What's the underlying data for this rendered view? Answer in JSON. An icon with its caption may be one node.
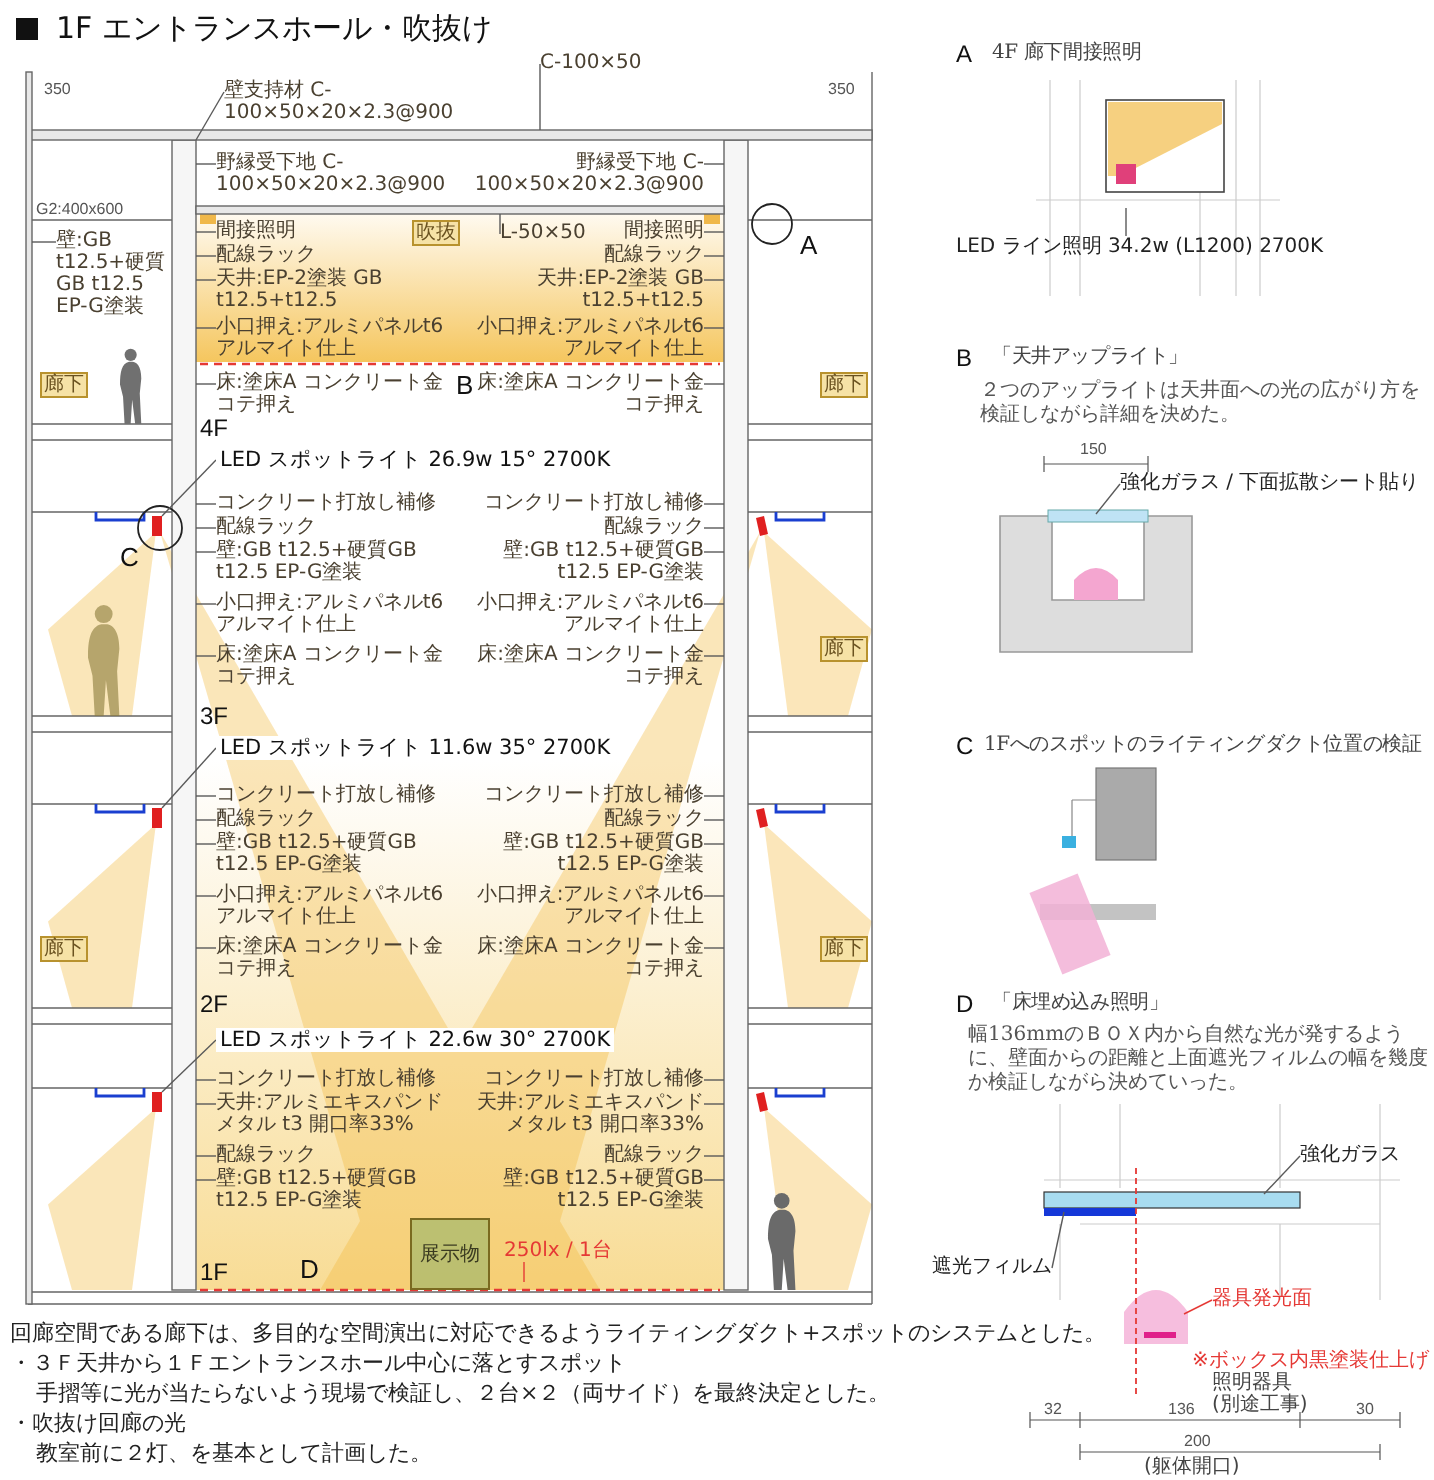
{
  "diagram": {
    "title": "1F エントランスホール・吹抜け",
    "nodes": [
      {
        "text": [
          "壁支持材 C-100×50×20×2.3@900"
        ]
      },
      {
        "text": [
          "C-100×50"
        ]
      },
      {
        "text": [
          "野縁受下地 C-100×50×20×2.3@900"
        ]
      },
      {
        "text": [
          "野縁受下地 C-100×50×20×2.3@900"
        ]
      },
      {
        "text": [
          "L-50×50"
        ]
      },
      {
        "text": [
          "間接照明"
        ]
      },
      {
        "text": [
          "配線ラック"
        ]
      },
      {
        "text": [
          "天井:EP-2塗装 GB t12.5+t12.5"
        ]
      },
      {
        "text": [
          "小口押え:アルミパネルt6 アルマイト仕上"
        ]
      },
      {
        "text": [
          "床:塗床A コンクリート金コテ押え"
        ]
      },
      {
        "text": [
          "間接照明"
        ]
      },
      {
        "text": [
          "配線ラック"
        ]
      },
      {
        "text": [
          "天井:EP-2塗装 GB t12.5+t12.5"
        ]
      },
      {
        "text": [
          "小口押え:アルミパネルt6 アルマイト仕上"
        ]
      },
      {
        "text": [
          "床:塗床A コンクリート金コテ押え"
        ]
      },
      {
        "text": [
          "壁:GB t12.5+硬質GB t12.5 EP-G塗装"
        ]
      },
      {
        "text": [
          "LED スポットライト 26.9w 15° 2700K"
        ]
      },
      {
        "text": [
          "コンクリート打放し補修"
        ]
      },
      {
        "text": [
          "配線ラック"
        ]
      },
      {
        "text": [
          "壁:GB t12.5+硬質GB t12.5 EP-G塗装"
        ]
      },
      {
        "text": [
          "小口押え:アルミパネルt6 アルマイト仕上"
        ]
      },
      {
        "text": [
          "床:塗床A コンクリート金コテ押え"
        ]
      },
      {
        "text": [
          "コンクリート打放し補修"
        ]
      },
      {
        "text": [
          "配線ラック"
        ]
      },
      {
        "text": [
          "壁:GB t12.5+硬質GB t12.5 EP-G塗装"
        ]
      },
      {
        "text": [
          "小口押え:アルミパネルt6 アルマイト仕上"
        ]
      },
      {
        "text": [
          "床:塗床A コンクリート金コテ押え"
        ]
      },
      {
        "text": [
          "LED スポットライト 11.6w 35° 2700K"
        ]
      },
      {
        "text": [
          "コンクリート打放し補修"
        ]
      },
      {
        "text": [
          "配線ラック"
        ]
      },
      {
        "text": [
          "壁:GB t12.5+硬質GB t12.5 EP-G塗装"
        ]
      },
      {
        "text": [
          "小口押え:アルミパネルt6 アルマイト仕上"
        ]
      },
      {
        "text": [
          "床:塗床A コンクリート金コテ押え"
        ]
      },
      {
        "text": [
          "コンクリート打放し補修"
        ]
      },
      {
        "text": [
          "配線ラック"
        ]
      },
      {
        "text": [
          "壁:GB t12.5+硬質GB t12.5 EP-G塗装"
        ]
      },
      {
        "text": [
          "小口押え:アルミパネルt6 アルマイト仕上"
        ]
      },
      {
        "text": [
          "床:塗床A コンクリート金コテ押え"
        ]
      },
      {
        "text": [
          "LED スポットライト 22.6w 30° 2700K"
        ]
      },
      {
        "text": [
          "コンクリート打放し補修"
        ]
      },
      {
        "text": [
          "天井:アルミエキスパンドメタル t3 開口率33%"
        ]
      },
      {
        "text": [
          "配線ラック"
        ]
      },
      {
        "text": [
          "壁:GB t12.5+硬質GB t12.5 EP-G塗装"
        ]
      },
      {
        "text": [
          "コンクリート打放し補修"
        ]
      },
      {
        "text": [
          "天井:アルミエキスパンドメタル t3 開口率33%"
        ]
      },
      {
        "text": [
          "配線ラック"
        ]
      },
      {
        "text": [
          "壁:GB t12.5+硬質GB t12.5 EP-G塗装"
        ]
      },
      {
        "text": [
          "展示物"
        ]
      },
      {
        "text": [
          "250lx / 1台"
        ]
      },
      {
        "text": [
          "LED ライン照明 34.2w (L1200) 2700K"
        ]
      },
      {
        "text": [
          "強化ガラス / 下面拡散シート貼り"
        ]
      },
      {
        "text": [
          "強化ガラス"
        ]
      },
      {
        "text": [
          "遮光フィルム"
        ]
      },
      {
        "text": [
          "器具発光面"
        ]
      },
      {
        "text": [],
        "shape": "bar"
      },
      {
        "text": [],
        "shape": "bar"
      },
      {
        "text": [],
        "shape": "bar"
      },
      {
        "text": [],
        "shape": "bar"
      },
      {
        "text": [],
        "shape": "bar"
      },
      {
        "text": [],
        "shape": "box"
      },
      {
        "text": [],
        "shape": "box"
      },
      {
        "text": [],
        "shape": "box"
      }
    ],
    "edges": [
      {
        "from": 0,
        "to": 54,
        "arrow": "none"
      },
      {
        "from": 1,
        "to": 57,
        "arrow": "none"
      },
      {
        "from": 2,
        "to": 54,
        "arrow": "none"
      },
      {
        "from": 3,
        "to": 55,
        "arrow": "none"
      },
      {
        "from": 4,
        "to": 56,
        "arrow": "none"
      },
      {
        "from": 5,
        "to": 54,
        "arrow": "none"
      },
      {
        "from": 6,
        "to": 54,
        "arrow": "none"
      },
      {
        "from": 7,
        "to": 54,
        "arrow": "none"
      },
      {
        "from": 8,
        "to": 54,
        "arrow": "none"
      },
      {
        "from": 9,
        "to": 54,
        "arrow": "none"
      },
      {
        "from": 10,
        "to": 55,
        "arrow": "none"
      },
      {
        "from": 11,
        "to": 55,
        "arrow": "none"
      },
      {
        "from": 12,
        "to": 55,
        "arrow": "none"
      },
      {
        "from": 13,
        "to": 55,
        "arrow": "none"
      },
      {
        "from": 14,
        "to": 55,
        "arrow": "none"
      },
      {
        "from": 15,
        "to": 58,
        "arrow": "none"
      },
      {
        "from": 16,
        "to": 59,
        "arrow": "none"
      },
      {
        "from": 17,
        "to": 54,
        "arrow": "none"
      },
      {
        "from": 18,
        "to": 54,
        "arrow": "none"
      },
      {
        "from": 19,
        "to": 54,
        "arrow": "none"
      },
      {
        "from": 20,
        "to": 54,
        "arrow": "none"
      },
      {
        "from": 21,
        "to": 54,
        "arrow": "none"
      },
      {
        "from": 22,
        "to": 55,
        "arrow": "none"
      },
      {
        "from": 23,
        "to": 55,
        "arrow": "none"
      },
      {
        "from": 24,
        "to": 55,
        "arrow": "none"
      },
      {
        "from": 25,
        "to": 55,
        "arrow": "none"
      },
      {
        "from": 26,
        "to": 55,
        "arrow": "none"
      },
      {
        "from": 27,
        "to": 60,
        "arrow": "none"
      },
      {
        "from": 28,
        "to": 54,
        "arrow": "none"
      },
      {
        "from": 29,
        "to": 54,
        "arrow": "none"
      },
      {
        "from": 30,
        "to": 54,
        "arrow": "none"
      },
      {
        "from": 31,
        "to": 54,
        "arrow": "none"
      },
      {
        "from": 32,
        "to": 54,
        "arrow": "none"
      },
      {
        "from": 33,
        "to": 55,
        "arrow": "none"
      },
      {
        "from": 34,
        "to": 55,
        "arrow": "none"
      },
      {
        "from": 35,
        "to": 55,
        "arrow": "none"
      },
      {
        "from": 36,
        "to": 55,
        "arrow": "none"
      },
      {
        "from": 37,
        "to": 55,
        "arrow": "none"
      },
      {
        "from": 38,
        "to": 61,
        "arrow": "none"
      },
      {
        "from": 39,
        "to": 54,
        "arrow": "none"
      },
      {
        "from": 40,
        "to": 54,
        "arrow": "none"
      },
      {
        "from": 41,
        "to": 54,
        "arrow": "none"
      },
      {
        "from": 42,
        "to": 54,
        "arrow": "none"
      },
      {
        "from": 43,
        "to": 55,
        "arrow": "none"
      },
      {
        "from": 44,
        "to": 55,
        "arrow": "none"
      },
      {
        "from": 45,
        "to": 55,
        "arrow": "none"
      },
      {
        "from": 46,
        "to": 55,
        "arrow": "none"
      },
      {
        "from": 48,
        "to": null,
        "arrow": "none",
        "color": "#e53935"
      },
      {
        "from": 49,
        "to": null,
        "arrow": "none"
      },
      {
        "from": 50,
        "to": null,
        "arrow": "none"
      },
      {
        "from": 51,
        "to": null,
        "arrow": "none"
      },
      {
        "from": 52,
        "to": null,
        "arrow": "none"
      },
      {
        "from": 53,
        "to": null,
        "arrow": "none",
        "color": "#e53935"
      }
    ],
    "labels": [
      "350",
      "350",
      "G2:400x600",
      "吹抜",
      "廊下",
      "廊下",
      "A",
      "B",
      "4F",
      "C",
      "廊下",
      "3F",
      "廊下",
      "廊下",
      "2F",
      "1F",
      "D",
      "A",
      "4F 廊下間接照明",
      "B",
      "「天井アップライト」",
      "２つのアップライトは天井面への光の広がり方を検証しながら詳細を決めた。",
      "150",
      "C",
      "1Fへのスポットのライティングダクト位置の検証",
      "D",
      "「床埋め込み照明」",
      "幅136mmのＢＯＸ内から自然な光が発するように、壁面からの距離と上面遮光フィルムの幅を幾度か検証しながら決めていった。",
      "※ボックス内黒塗装仕上げ",
      "照明器具 (別途工事)",
      "32",
      "136",
      "30",
      "200",
      "(躯体開口)",
      "回廊空間である廊下は、多目的な空間演出に対応できるようライティングダクト+スポットのシステムとした。",
      "・３Ｆ天井から１Ｆエントランスホール中心に落とすスポット",
      "手摺等に光が当たらないよう現場で検証し、２台×２（両サイド）を最終決定とした。",
      "・吹抜け回廊の光",
      "教室前に２灯、を基本として計画した。"
    ]
  }
}
